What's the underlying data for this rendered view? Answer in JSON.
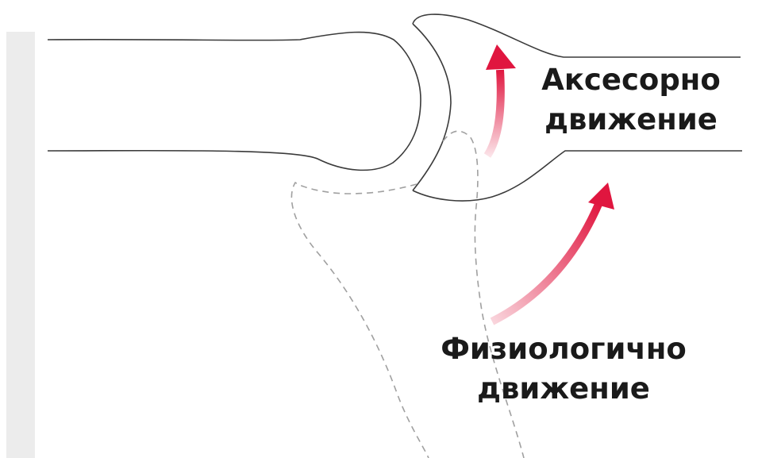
{
  "labels": {
    "accessory": {
      "line1": "Аксесорно",
      "line2": "движение"
    },
    "physiological": {
      "line1": "Физиологично",
      "line2": "движение"
    }
  },
  "colors": {
    "outline": "#3a3a3a",
    "dashed_outline": "#a0a0a0",
    "arrow": "#e0163f",
    "arrow_fade": "#f7b9c4",
    "side_strip": "#ececec",
    "text": "#1a1a1a"
  }
}
